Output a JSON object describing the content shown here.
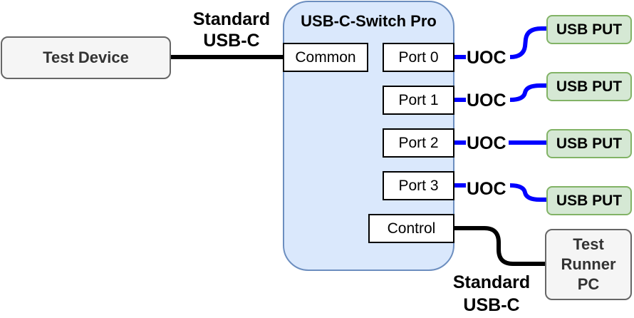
{
  "diagram": {
    "test_device": "Test Device",
    "switch": {
      "title": "USB-C-Switch Pro",
      "common": "Common",
      "ports": [
        "Port 0",
        "Port 1",
        "Port 2",
        "Port 3"
      ],
      "control": "Control"
    },
    "puts": [
      "USB PUT",
      "USB PUT",
      "USB PUT",
      "USB PUT"
    ],
    "uoc_labels": [
      "UOC",
      "UOC",
      "UOC",
      "UOC"
    ],
    "cable_top": {
      "line1": "Standard",
      "line2": "USB-C"
    },
    "cable_bottom": {
      "line1": "Standard",
      "line2": "USB-C"
    },
    "test_runner": {
      "line1": "Test",
      "line2": "Runner",
      "line3": "PC"
    },
    "colors": {
      "standard_cable": "#000000",
      "uoc_cable": "#0000ff",
      "switch_fill": "#dae8fc",
      "switch_stroke": "#6c8ebf",
      "put_fill": "#d5e8d4",
      "put_stroke": "#82b366",
      "host_fill": "#f5f5f5",
      "host_stroke": "#666666"
    }
  }
}
